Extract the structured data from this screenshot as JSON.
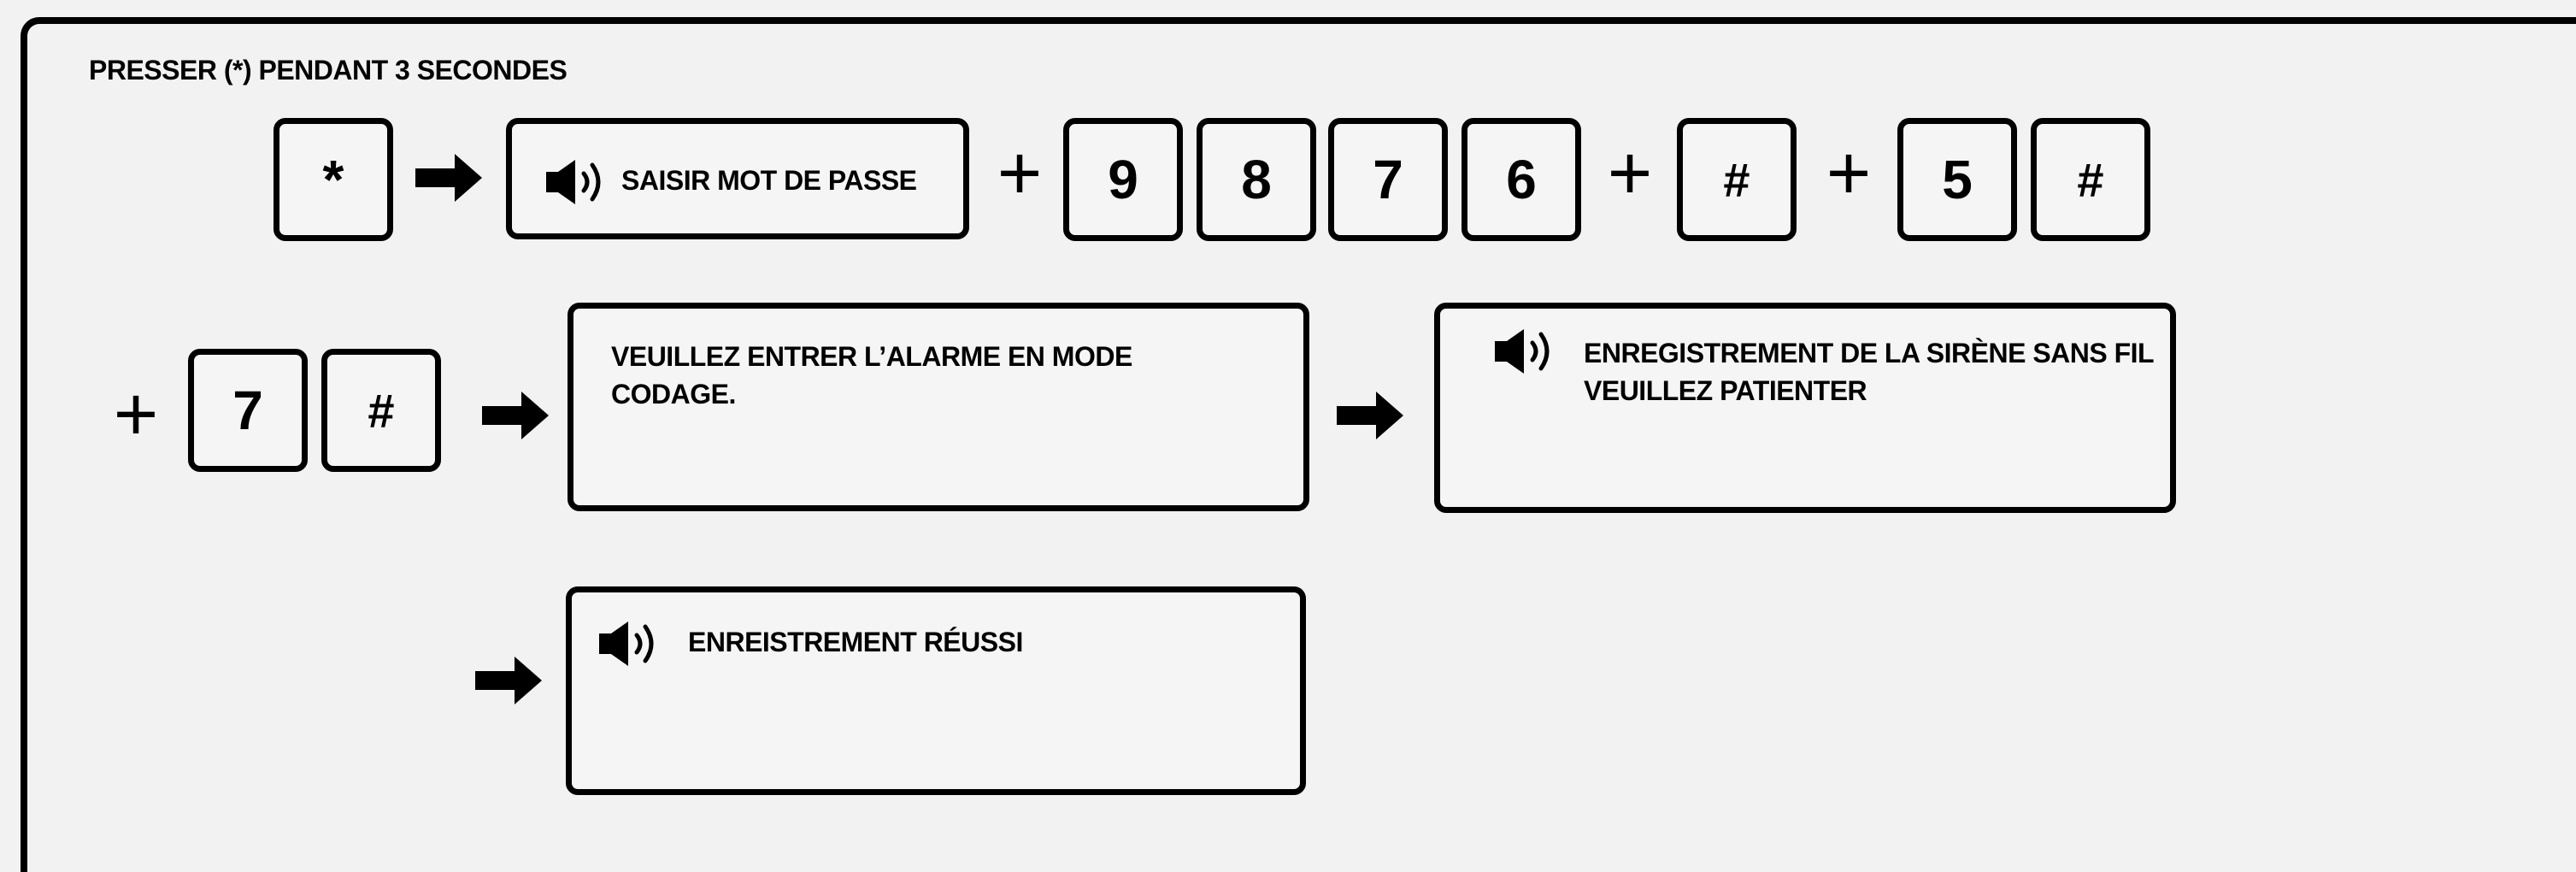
{
  "title": "PRESSER (*) PENDANT 3 SECONDES",
  "row1": {
    "key_star": "*",
    "prompt_box": {
      "icon": "speaker-icon",
      "label": "SAISIR MOT DE PASSE"
    },
    "plus1": "+",
    "code_keys": [
      "9",
      "8",
      "7",
      "6"
    ],
    "plus2": "+",
    "hash_key": "#",
    "plus3": "+",
    "keys_end": [
      "5",
      "#"
    ]
  },
  "row2": {
    "plus": "+",
    "keys": [
      "7",
      "#"
    ],
    "box1": {
      "line1": "VEUILLEZ ENTRER L’ALARME EN MODE",
      "line2": "CODAGE."
    },
    "box2": {
      "icon": "speaker-icon",
      "line1": "ENREGISTREMENT DE LA SIRÈNE SANS FIL",
      "line2": "VEUILLEZ PATIENTER"
    }
  },
  "row3": {
    "box": {
      "icon": "speaker-icon",
      "label": "ENREISTREMENT RÉUSSI"
    }
  }
}
